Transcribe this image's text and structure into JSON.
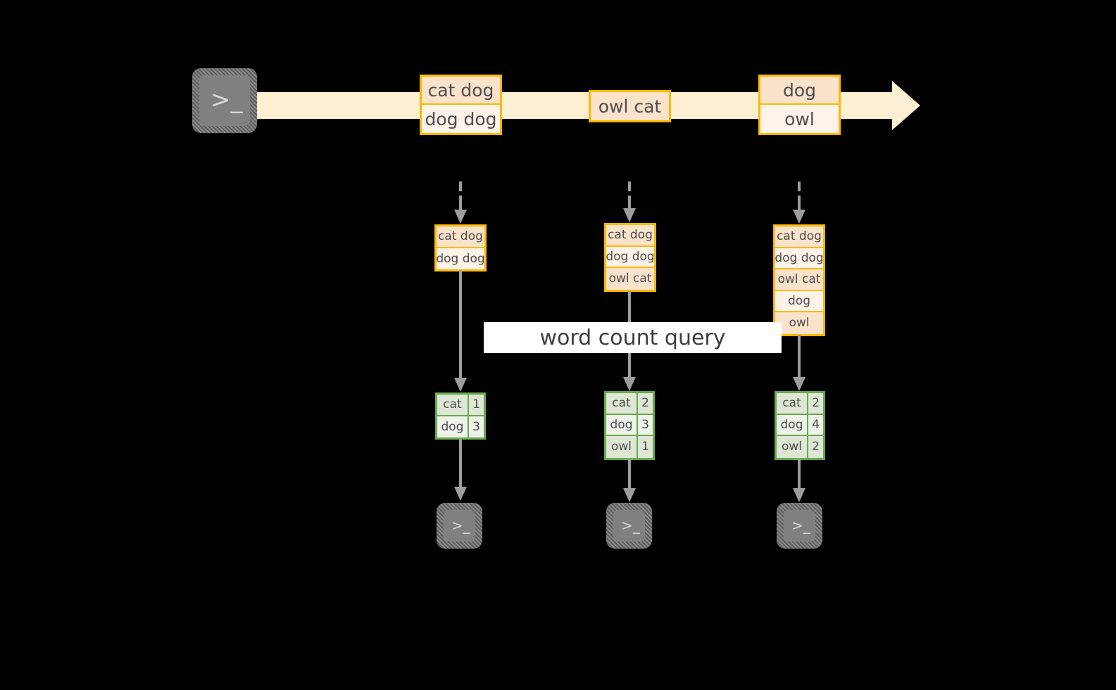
{
  "diagram": {
    "source_terminal": {
      "icon": "terminal-icon",
      "prompt": ">_"
    },
    "stream": {
      "icon": "stream-arrow-icon",
      "records": [
        {
          "id": "batch-1",
          "lines": [
            "cat dog",
            "dog dog"
          ]
        },
        {
          "id": "batch-2",
          "lines": [
            "owl cat"
          ]
        },
        {
          "id": "batch-3",
          "lines": [
            "dog",
            "owl"
          ]
        }
      ]
    },
    "query_label": "word count query",
    "columns": [
      {
        "id": "t1",
        "input_rows": [
          "cat dog",
          "dog dog"
        ],
        "result": {
          "rows": [
            {
              "word": "cat",
              "count": "1"
            },
            {
              "word": "dog",
              "count": "3"
            }
          ]
        },
        "sink_terminal": {
          "icon": "terminal-icon",
          "prompt": ">_"
        }
      },
      {
        "id": "t2",
        "input_rows": [
          "cat dog",
          "dog dog",
          "owl cat"
        ],
        "result": {
          "rows": [
            {
              "word": "cat",
              "count": "2"
            },
            {
              "word": "dog",
              "count": "3"
            },
            {
              "word": "owl",
              "count": "1"
            }
          ]
        },
        "sink_terminal": {
          "icon": "terminal-icon",
          "prompt": ">_"
        }
      },
      {
        "id": "t3",
        "input_rows": [
          "cat dog",
          "dog dog",
          "owl cat",
          "dog",
          "owl"
        ],
        "result": {
          "rows": [
            {
              "word": "cat",
              "count": "2"
            },
            {
              "word": "dog",
              "count": "4"
            },
            {
              "word": "owl",
              "count": "2"
            }
          ]
        },
        "sink_terminal": {
          "icon": "terminal-icon",
          "prompt": ">_"
        }
      }
    ],
    "colors": {
      "background": "#000000",
      "record_border": "#ffb700",
      "record_fill_dark": "#fae3ca",
      "record_fill_light": "#fdf3e8",
      "stream_fill": "#fdefd2",
      "result_border": "#6aa84f",
      "result_fill_dark": "#dde7d4",
      "result_fill_light": "#eef3ea",
      "connector": "#9d9d9d",
      "terminal_fill": "#808080",
      "label_band": "#ffffff",
      "text": "#4d4d4d"
    }
  }
}
